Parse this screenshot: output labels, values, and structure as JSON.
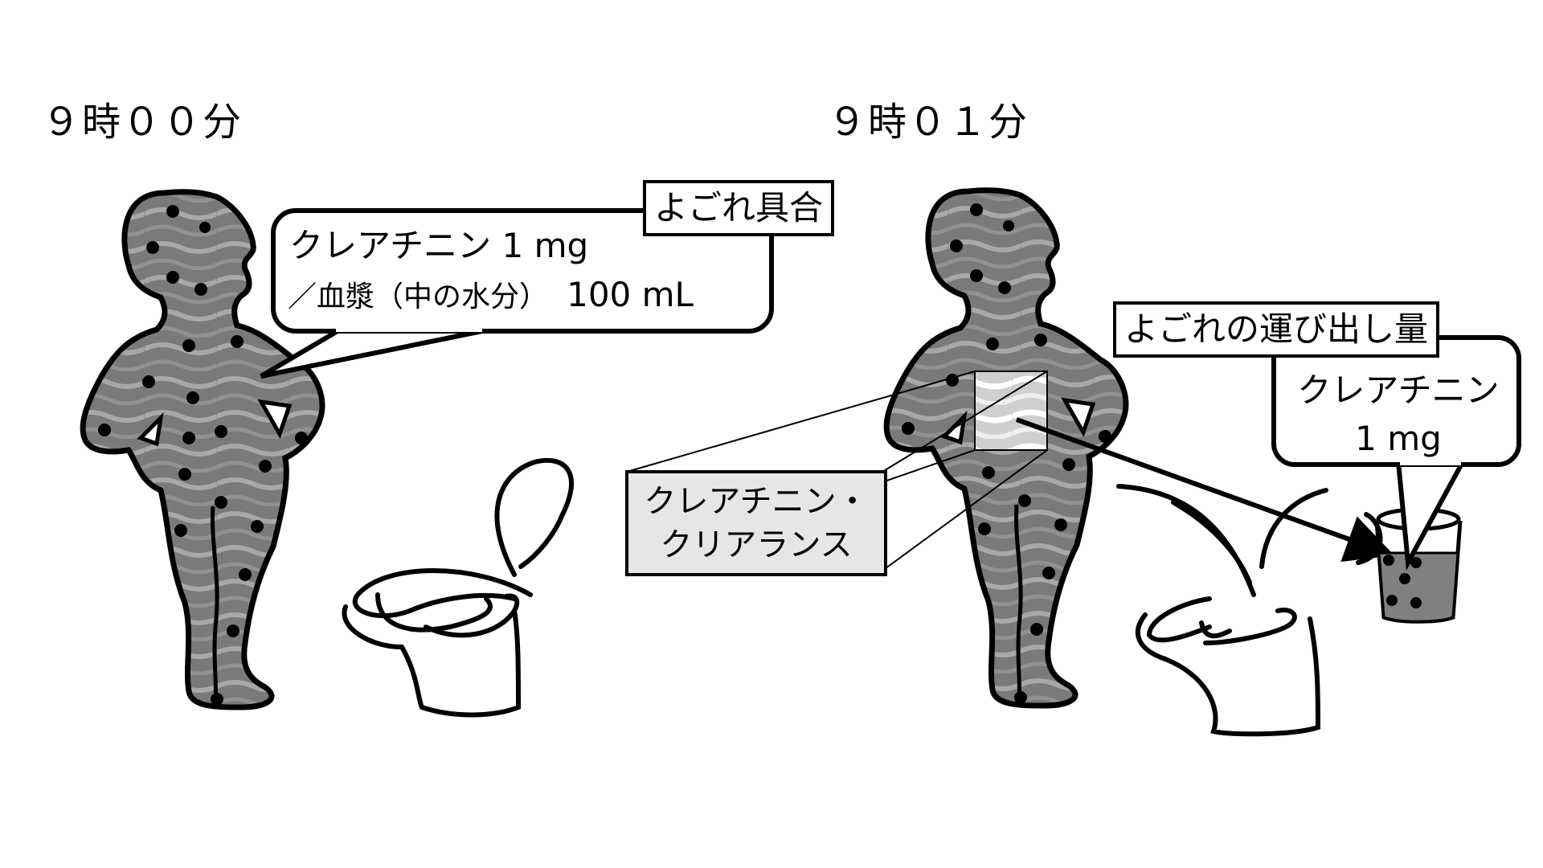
{
  "scene_left": {
    "time_label": "９時００分",
    "tag_label": "よごれ具合",
    "bubble": {
      "line1": "クレアチニン 1 mg",
      "line2_prefix": "／血漿（中の水分）",
      "line2_value": "100 mL"
    }
  },
  "scene_right": {
    "time_label": "９時０１分",
    "tag_label": "よごれの運び出し量",
    "bubble": {
      "line1": "クレアチニン",
      "line2": "1 mg"
    },
    "zoom_box_label": {
      "line1": "クレアチニン・",
      "line2": "クリアランス"
    }
  },
  "colors": {
    "body_fill": "#7a7a7a",
    "wave": "#b0b0b0",
    "outline": "#000000",
    "zoom_patch": "#d0d0d0",
    "clearance_box": "#e6e6e6",
    "cup_liquid": "#808080"
  },
  "icons": [
    "person-silhouette-icon",
    "toilet-icon",
    "cup-icon",
    "arrow-icon"
  ]
}
